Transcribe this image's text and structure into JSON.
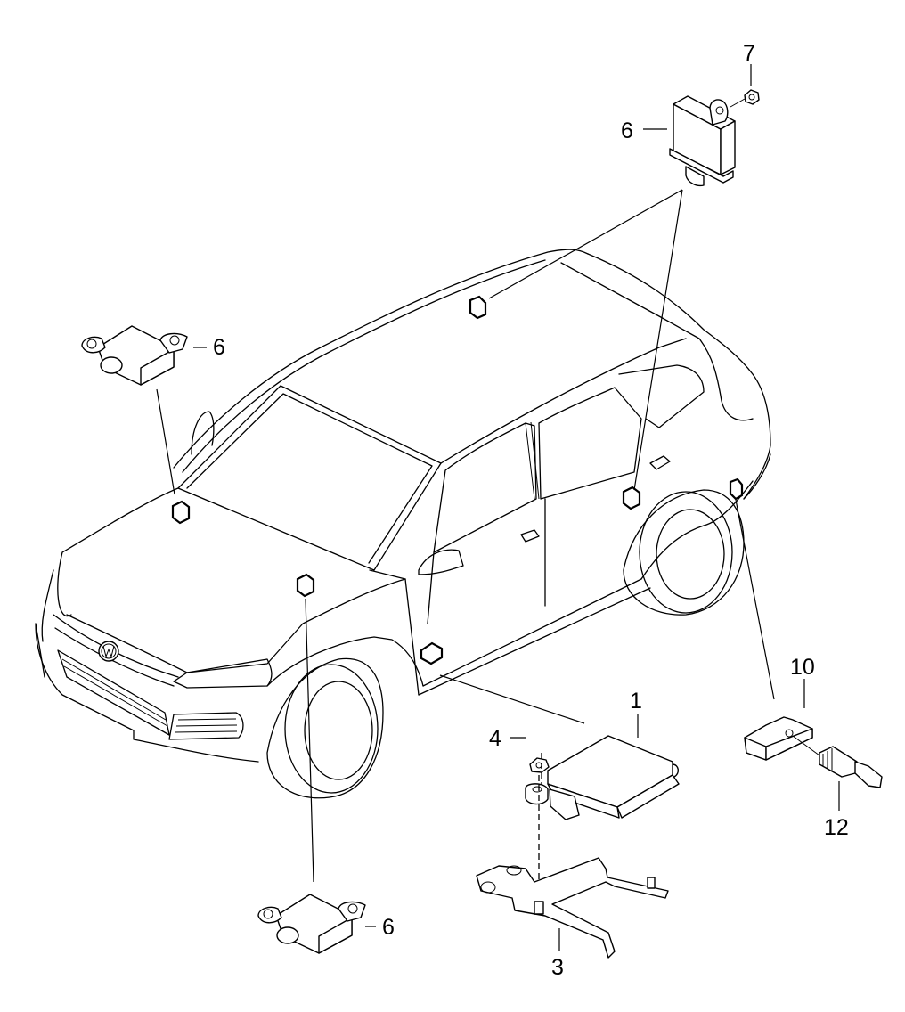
{
  "diagram": {
    "title": "",
    "callouts": {
      "c7": "7",
      "c6_top": "6",
      "c6_left": "6",
      "c6_bottom": "6",
      "c1": "1",
      "c4": "4",
      "c10": "10",
      "c12": "12",
      "c3": "3"
    },
    "parts": [
      {
        "id": "1",
        "name": "control-unit"
      },
      {
        "id": "3",
        "name": "bracket"
      },
      {
        "id": "4",
        "name": "hex-nut"
      },
      {
        "id": "6",
        "name": "sensor"
      },
      {
        "id": "7",
        "name": "nut"
      },
      {
        "id": "10",
        "name": "tire-pressure-sensor"
      },
      {
        "id": "12",
        "name": "valve"
      }
    ],
    "colors": {
      "line": "#000000",
      "background": "#ffffff"
    }
  }
}
